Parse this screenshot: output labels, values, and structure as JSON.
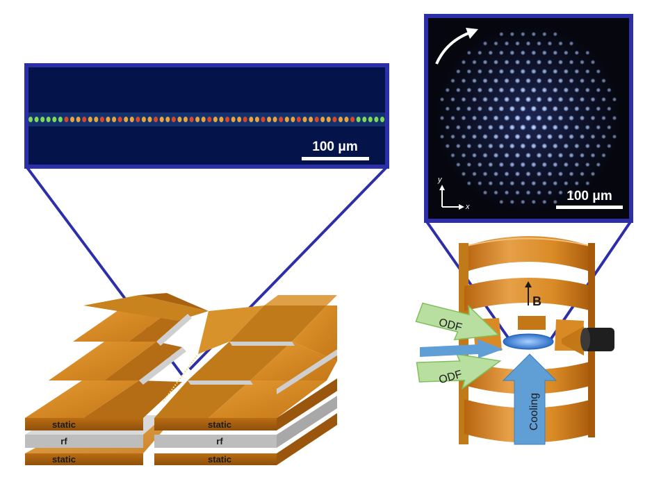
{
  "left_panel": {
    "inset_scale_label": "100 μm",
    "electrode_labels": {
      "left_top_static": "static",
      "left_rf": "rf",
      "left_bottom_static": "static",
      "right_top_static": "static",
      "right_rf": "rf",
      "right_bottom_static": "static"
    }
  },
  "right_panel": {
    "inset_scale_label": "100 μm",
    "axis_y_label": "y",
    "axis_x_label": "x",
    "field_label": "B",
    "odf_top_label": "ODF",
    "odf_bottom_label": "ODF",
    "cooling_label": "Cooling"
  },
  "colors": {
    "frame": "#2d2fa8",
    "gold": "#d9881f",
    "gold_dark": "#a9620f",
    "gold_light": "#eaa84a",
    "silver": "#c9c9c9",
    "green_arrow": "#b9dfa0",
    "blue_arrow": "#5f9fd6",
    "ion_cloud": "#3f83d4"
  }
}
